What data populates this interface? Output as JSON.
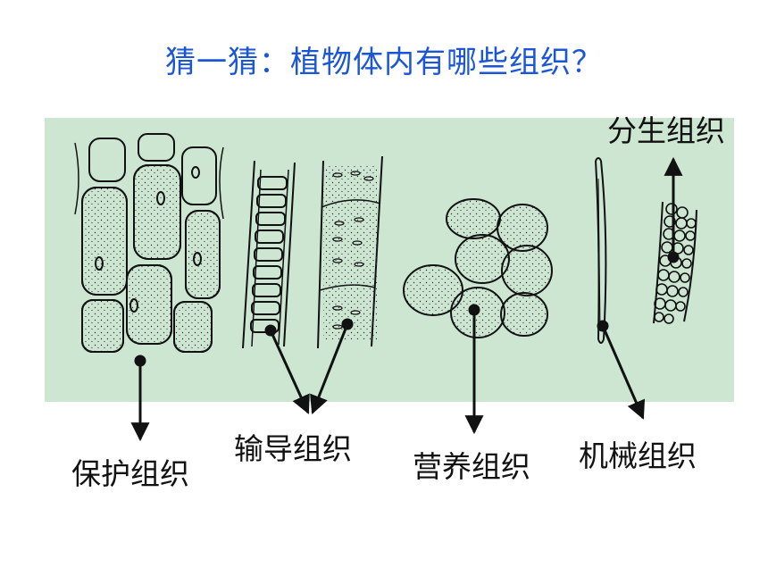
{
  "title": "猜一猜：植物体内有哪些组织？",
  "labels": {
    "protective": "保护组织",
    "conducting": "输导组织",
    "nutritive": "营养组织",
    "mechanical": "机械组织",
    "meristematic": "分生组织"
  },
  "colors": {
    "title": "#1a56d6",
    "panel": "#cce6d2",
    "ink": "#111111"
  }
}
